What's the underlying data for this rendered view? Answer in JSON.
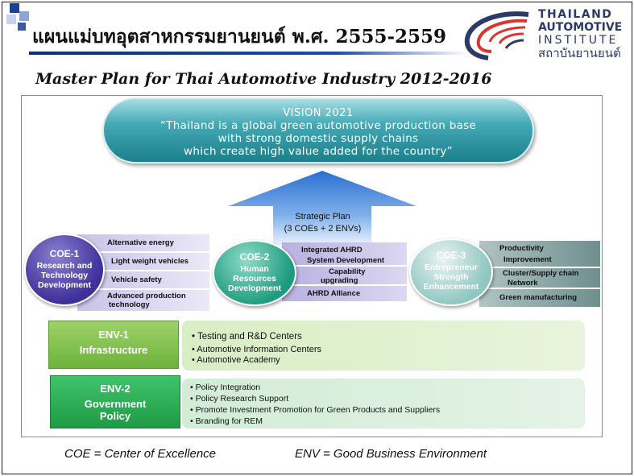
{
  "header": {
    "title_thai": "แผนแม่บทอุตสาหกรรมยานยนต์ พ.ศ. 2555-2559",
    "title_en": "Master Plan for Thai Automotive Industry 2012-2016"
  },
  "logo": {
    "line1": "THAILAND",
    "line2": "AUTOMOTIVE",
    "line3": "INSTITUTE",
    "line4": "สถาบันยานยนต์",
    "colors": {
      "red": "#e0322d",
      "navy": "#2b3a66"
    }
  },
  "vision": {
    "title": "VISION 2021",
    "line1": "“Thailand is a global green automotive production base",
    "line2": "with strong domestic supply chains",
    "line3": "which create high value added for the country”"
  },
  "strategic_plan": {
    "line1": "Strategic Plan",
    "line2": "(3 COEs + 2 ENVs)"
  },
  "coe1": {
    "title": "COE-1",
    "sub1": "Research and",
    "sub2": "Technology",
    "sub3": "Development",
    "items": [
      "Alternative energy",
      "Light weight vehicles",
      "Vehicle safety",
      "Advanced production",
      "technology"
    ]
  },
  "coe2": {
    "title": "COE-2",
    "sub1": "Human",
    "sub2": "Resources",
    "sub3": "Development",
    "items": [
      "Integrated  AHRD",
      "System Development",
      "Capability",
      "upgrading",
      "AHRD Alliance"
    ]
  },
  "coe3": {
    "title": "COE-3",
    "sub1": "Entrepreneur",
    "sub2": "Strength",
    "sub3": "Enhancement",
    "items": [
      "Productivity",
      "Improvement",
      "Cluster/Supply chain",
      "Network",
      "Green manufacturing"
    ]
  },
  "env1": {
    "title": "ENV-1",
    "sub": "Infrastructure",
    "items": [
      "• Testing and R&D Centers",
      "•  Automotive Information Centers",
      "•  Automotive Academy"
    ]
  },
  "env2": {
    "title": "ENV-2",
    "sub1": "Government",
    "sub2": "Policy",
    "items": [
      "• Policy Integration",
      "• Policy Research Support",
      "• Promote Investment Promotion for Green Products and Suppliers",
      "• Branding for REM"
    ]
  },
  "footer": {
    "left": "COE = Center of Excellence",
    "right": "ENV = Good Business Environment"
  }
}
